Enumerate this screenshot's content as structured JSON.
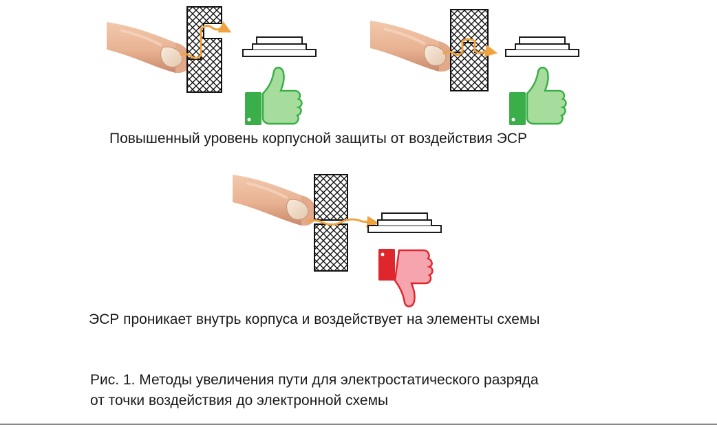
{
  "panels": [
    {
      "id": "maze",
      "verdict": "good"
    },
    {
      "id": "tongue-groove",
      "verdict": "good"
    },
    {
      "id": "straight-gap",
      "verdict": "bad"
    }
  ],
  "captions": {
    "protected": "Повышенный уровень корпусной защиты от воздействия ЭСР",
    "penetrates": "ЭСР проникает внутрь корпуса и воздействует на элементы схемы"
  },
  "figure_caption": {
    "line1": "Рис. 1. Методы увеличения пути для электростатического разряда",
    "line2": "от точки воздействия до электронной схемы"
  },
  "colors": {
    "good_dark": "#3aae48",
    "good_light": "#a6dd9c",
    "bad_dark": "#e0262d",
    "bad_light": "#f6a5ae",
    "arc": "#f0a23e",
    "finger": "#e8b393",
    "nail": "#f1ddc8",
    "outline": "#1a1a1a"
  },
  "icons": {
    "good": "thumbs-up-icon",
    "bad": "thumbs-down-icon",
    "hand": "finger-icon",
    "device": "chip-icon"
  }
}
